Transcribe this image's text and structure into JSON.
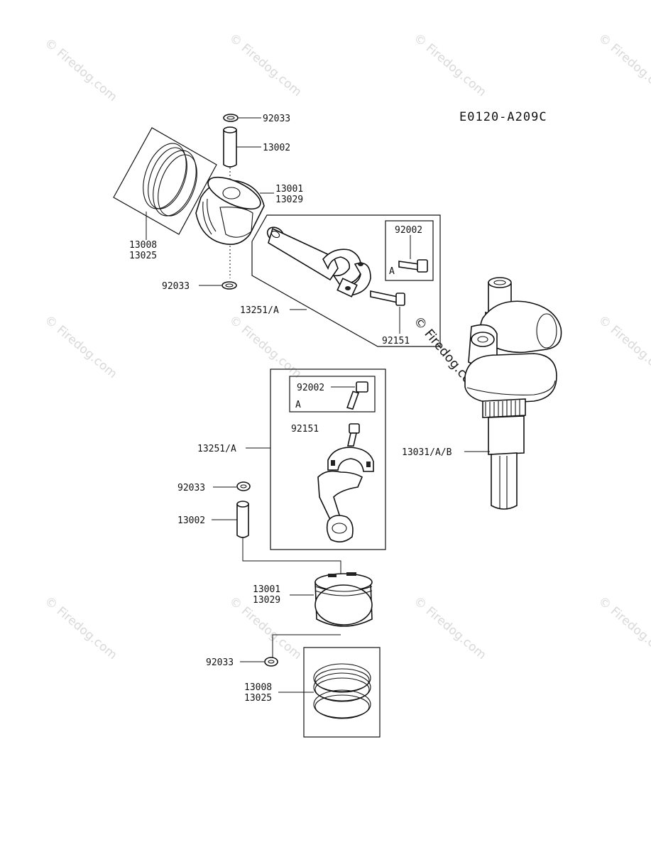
{
  "diagram_code": "E0120-A209C",
  "watermark_text": "© Firedog.com",
  "upper_group": {
    "circlip_top": "92033",
    "pin": "13002",
    "piston_a": "13001",
    "piston_b": "13029",
    "rings_a": "13008",
    "rings_b": "13025",
    "circlip_bottom": "92033",
    "conrod_assy": "13251/A",
    "bolt_box": "92002",
    "bolt_box_tag": "A",
    "bolt": "92151"
  },
  "crankshaft": "13031/A/B",
  "lower_group": {
    "conrod_assy": "13251/A",
    "bolt_box": "92002",
    "bolt_box_tag": "A",
    "bolt": "92151",
    "circlip_top": "92033",
    "pin": "13002",
    "piston_a": "13001",
    "piston_b": "13029",
    "circlip_bottom": "92033",
    "rings_a": "13008",
    "rings_b": "13025"
  }
}
